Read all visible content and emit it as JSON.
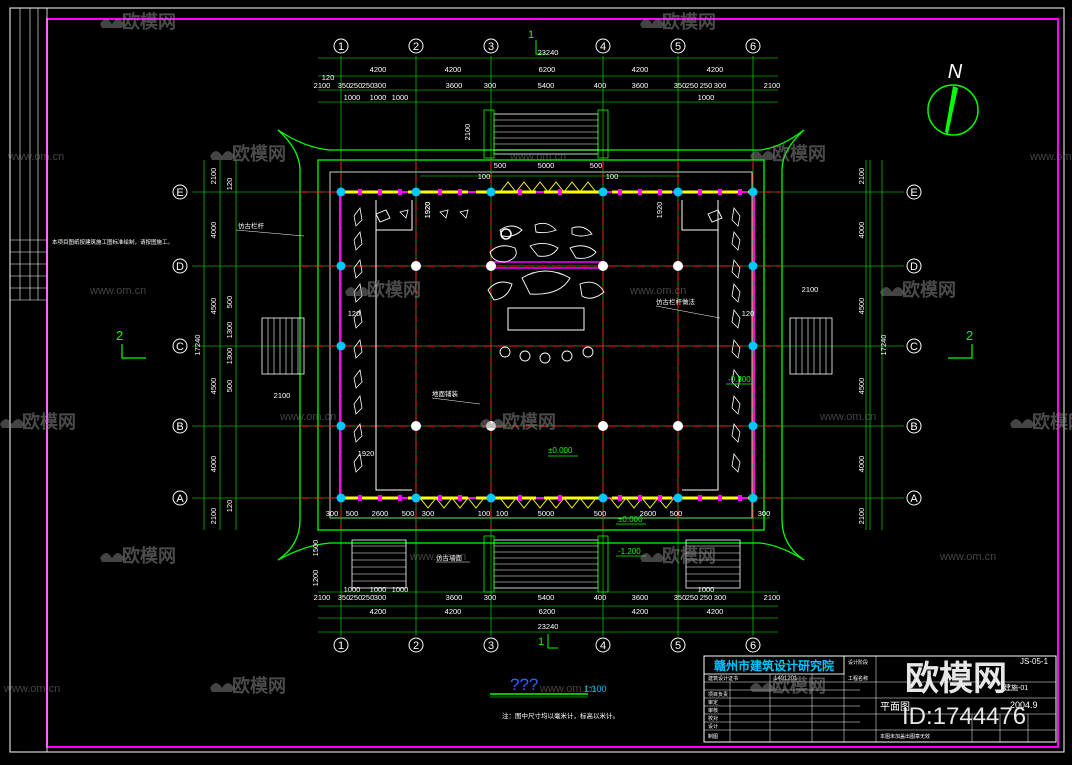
{
  "grid": {
    "columns": [
      "1",
      "2",
      "3",
      "4",
      "5",
      "6"
    ],
    "rows": [
      "E",
      "D",
      "C",
      "B",
      "A"
    ]
  },
  "dims": {
    "total_width": "23240",
    "bays_top": [
      "4200",
      "4200",
      "6200",
      "4200",
      "4200"
    ],
    "bays_bottom": [
      "4200",
      "4200",
      "6200",
      "4200",
      "4200"
    ],
    "top_row_a": [
      "2100",
      "350",
      "250",
      "250",
      "300",
      "3600",
      "300",
      "5400",
      "400",
      "3600",
      "350",
      "250",
      "250",
      "300",
      "2100"
    ],
    "top_row_b": [
      "1000",
      "1000",
      "1000",
      "1000"
    ],
    "top_120": "120",
    "bottom_row_a": [
      "2100",
      "350",
      "250",
      "250",
      "300",
      "3600",
      "300",
      "5400",
      "400",
      "3600",
      "350",
      "250",
      "250",
      "300",
      "2100"
    ],
    "bottom_row_b": [
      "1000",
      "1000",
      "1000",
      "1000"
    ],
    "left_vertical": [
      "2100",
      "4000",
      "4500",
      "4500",
      "4000",
      "2100"
    ],
    "left_small": [
      "120",
      "500",
      "1300",
      "1300",
      "500",
      "120"
    ],
    "left_total": "17240",
    "right_vertical": [
      "2100",
      "4000",
      "4500",
      "4500",
      "4000",
      "2100"
    ],
    "right_total": "17240",
    "inner_row_bottom": [
      "300",
      "500",
      "2600",
      "500",
      "300",
      "100",
      "5000",
      "100",
      "500",
      "2600",
      "500",
      "300"
    ],
    "inner_row_top": [
      "500",
      "5000",
      "500"
    ],
    "inner_100a": "100",
    "inner_100b": "100",
    "inner_1920": [
      "1920",
      "1920",
      "1920",
      "1920"
    ],
    "stair_2100": [
      "2100",
      "2100",
      "2100"
    ],
    "stair_1200": [
      "1200",
      "1500"
    ],
    "level_labels": [
      "±0.000",
      "±0.000",
      "-0.800",
      "-1.200"
    ],
    "right_120": "120",
    "left_120b": "120"
  },
  "section_marks": [
    "2",
    "2"
  ],
  "north_label": "N",
  "axis_mark_top": "1",
  "axis_mark_bottom": "1",
  "notes": {
    "left_note": "本项目图纸按建筑施工图标准绘制，请按图施工。",
    "bottom_note": "注：图中尺寸均以毫米计，标高以米计。",
    "callouts": [
      "仿古栏杆",
      "地面铺装",
      "仿古栏杆做法",
      "仿古墙面"
    ]
  },
  "plan_title": "???",
  "plan_scale": "1:100",
  "title_block": {
    "institute": "赣州市建筑设计研究院",
    "cert": "建筑设计证书",
    "project_no": "1401201",
    "labels": [
      "设计阶段",
      "工程名称",
      "项目负责",
      "审定",
      "审核",
      "校对",
      "设计",
      "制图"
    ],
    "drawing_name": "平面图",
    "date": "2004.9",
    "sheet": "建施-01",
    "code": "JS-05-1",
    "footer": "本图未加盖出图章无效"
  },
  "watermark": {
    "brand": "欧模网",
    "url": "www.om.cn",
    "id": "ID:1744476"
  },
  "colors": {
    "green": "#00ff00",
    "red": "#ff2020",
    "magenta": "#ff00ff",
    "yellow": "#ffff00",
    "cyan": "#00c8ff",
    "white": "#ffffff",
    "blue": "#3060ff"
  }
}
